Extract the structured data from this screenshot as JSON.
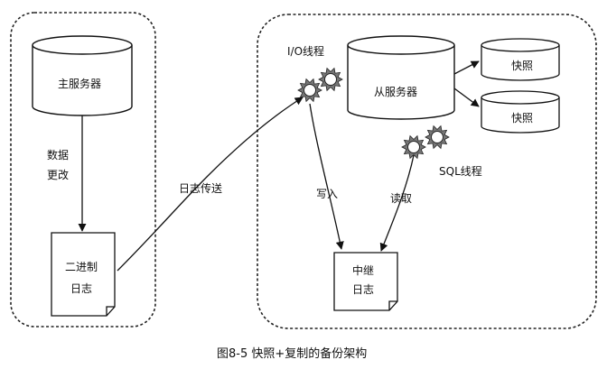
{
  "master_server": "主服务器",
  "data_change": [
    "数据",
    "更改"
  ],
  "binlog": [
    "二进制",
    "日志"
  ],
  "log_transfer": "日志传送",
  "io_thread": "I/O线程",
  "slave_server": "从服务器",
  "snapshot_1": "快照",
  "snapshot_2": "快照",
  "sql_thread": "SQL线程",
  "write": "写入",
  "read": "读取",
  "relay_log": [
    "中继",
    "日志"
  ],
  "caption": "图8-5   快照+复制的备份架构"
}
